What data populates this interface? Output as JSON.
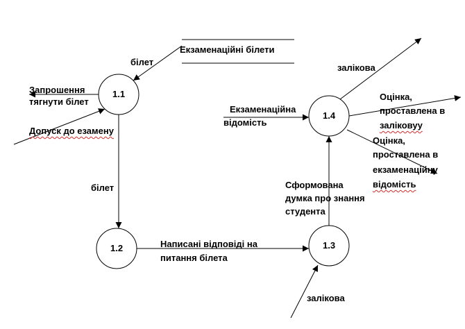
{
  "processes": {
    "p11": "1.1",
    "p12": "1.2",
    "p13": "1.3",
    "p14": "1.4"
  },
  "data_store": {
    "name": "Екзаменаційні білети"
  },
  "flows": {
    "store_to_p11": "білет",
    "p11_invite_line1": "Запрошення",
    "p11_invite_line2": "тягнути білет",
    "admission": "Допуск до езамену",
    "p11_to_p12": "білет",
    "p12_to_p13_line1": "Написані відповіді на",
    "p12_to_p13_line2": "питання білета",
    "record_in": "залікова",
    "p13_to_p14_line1": "Сформована",
    "p13_to_p14_line2": "думка про знання",
    "p13_to_p14_line3": "студента",
    "exam_sheet_line1": "Екзаменаційна",
    "exam_sheet_line2": "відомість",
    "record_out": "залікова",
    "grade_record_line1": "Оцінка,",
    "grade_record_line2": "проставлена в",
    "grade_record_line3": "заліковуу",
    "grade_sheet_line1": "Оцінка,",
    "grade_sheet_line2": "проставлена в",
    "grade_sheet_line3": "екзаменаційну",
    "grade_sheet_line4": "відомість"
  },
  "colors": {
    "stroke": "#000000",
    "spellcheck": "#d42a2a"
  }
}
